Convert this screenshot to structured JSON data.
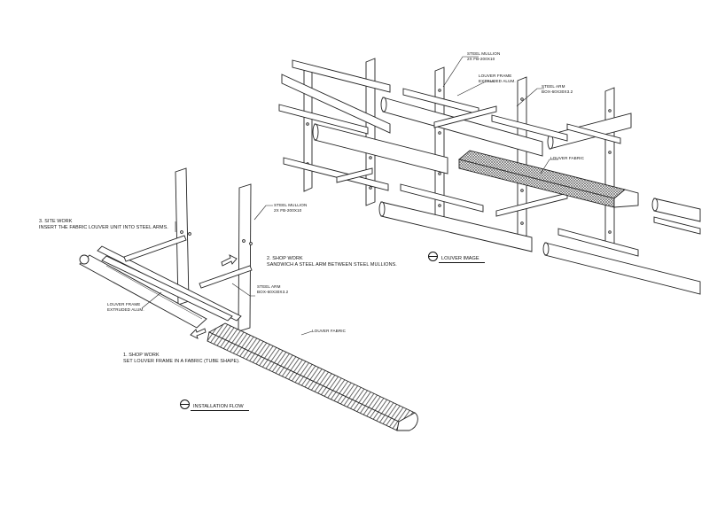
{
  "installation": {
    "step3": {
      "line1": "3. SITE WORK",
      "line2": "INSERT THE FABRIC LOUVER UNIT INTO STEEL ARMS."
    },
    "step2": {
      "line1": "2. SHOP WORK",
      "line2": "SANDWICH A STEEL ARM BETWEEN STEEL MULLIONS."
    },
    "step1": {
      "line1": "1. SHOP WORK",
      "line2": "SET LOUVER FRAME IN A FABRIC (TUBE SHAPE)."
    },
    "labels": {
      "mullion_1": "STEEL MULLION",
      "mullion_2": "2x FB-200x10",
      "arm_1": "STEEL ARM",
      "arm_2": "BOX-60x30x3.2",
      "frame_1": "LOUVER FRAME",
      "frame_2": "EXTRUDED ALUM.",
      "fabric": "LOUVER FABRIC"
    },
    "title": "INSTALLATION FLOW"
  },
  "louver_image": {
    "labels": {
      "mullion_1": "STEEL MULLION",
      "mullion_2": "2x FB-200x10",
      "frame_1": "LOUVER FRAME",
      "frame_2": "EXTRUDED ALUM.",
      "arm_1": "STEEL ARM",
      "arm_2": "BOX-60x30x3.2",
      "fabric": "LOUVER FABRIC"
    },
    "title": "LOUVER IMAGE"
  },
  "colors": {
    "line": "#222222",
    "hatch": "#555555",
    "background": "#ffffff"
  }
}
